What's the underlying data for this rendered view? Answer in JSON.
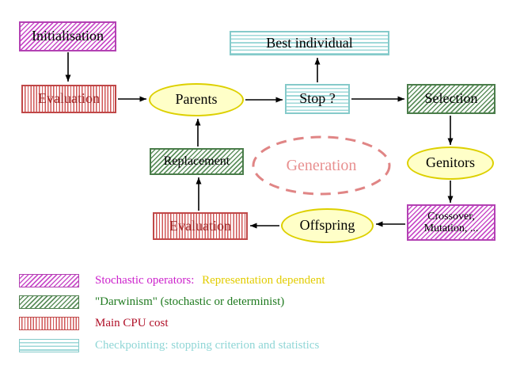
{
  "diagram": {
    "title_implicit": "Evolutionary algorithm flow diagram",
    "nodes": {
      "initialisation": "Initialisation",
      "best_individual": "Best individual",
      "evaluation_top": "Evaluation",
      "parents": "Parents",
      "stop": "Stop ?",
      "selection": "Selection",
      "replacement": "Replacement",
      "generation": "Generation",
      "genitors": "Genitors",
      "crossover_line1": "Crossover,",
      "crossover_line2": "Mutation, ...",
      "offspring": "Offspring",
      "evaluation_bottom": "Evaluation"
    },
    "legend": {
      "stochastic": {
        "label": "Stochastic operators:",
        "suffix": "Representation dependent"
      },
      "darwinism": {
        "label": "\"Darwinism\" (stochastic or determinist)"
      },
      "cpu": {
        "label": "Main CPU cost"
      },
      "checkpointing": {
        "label": "Checkpointing: stopping criterion and statistics"
      }
    },
    "colors": {
      "magenta_hatch": "#c94fc9",
      "green_hatch": "#5d8f5d",
      "red_hatch": "#d05858",
      "cyan_hatch": "#9ed8d8",
      "ellipse_fill": "#ffffc8",
      "ellipse_border": "#ddd000",
      "evaluation_text": "#a02828",
      "generation_dashed": "#e08585",
      "legend_magenta_text": "#cc22cc",
      "legend_yellow_text": "#e2cc00",
      "legend_green_text": "#1f7a1f",
      "legend_red_text": "#b01028",
      "legend_cyan_text": "#8fd6d6",
      "arrow": "#000000"
    }
  }
}
